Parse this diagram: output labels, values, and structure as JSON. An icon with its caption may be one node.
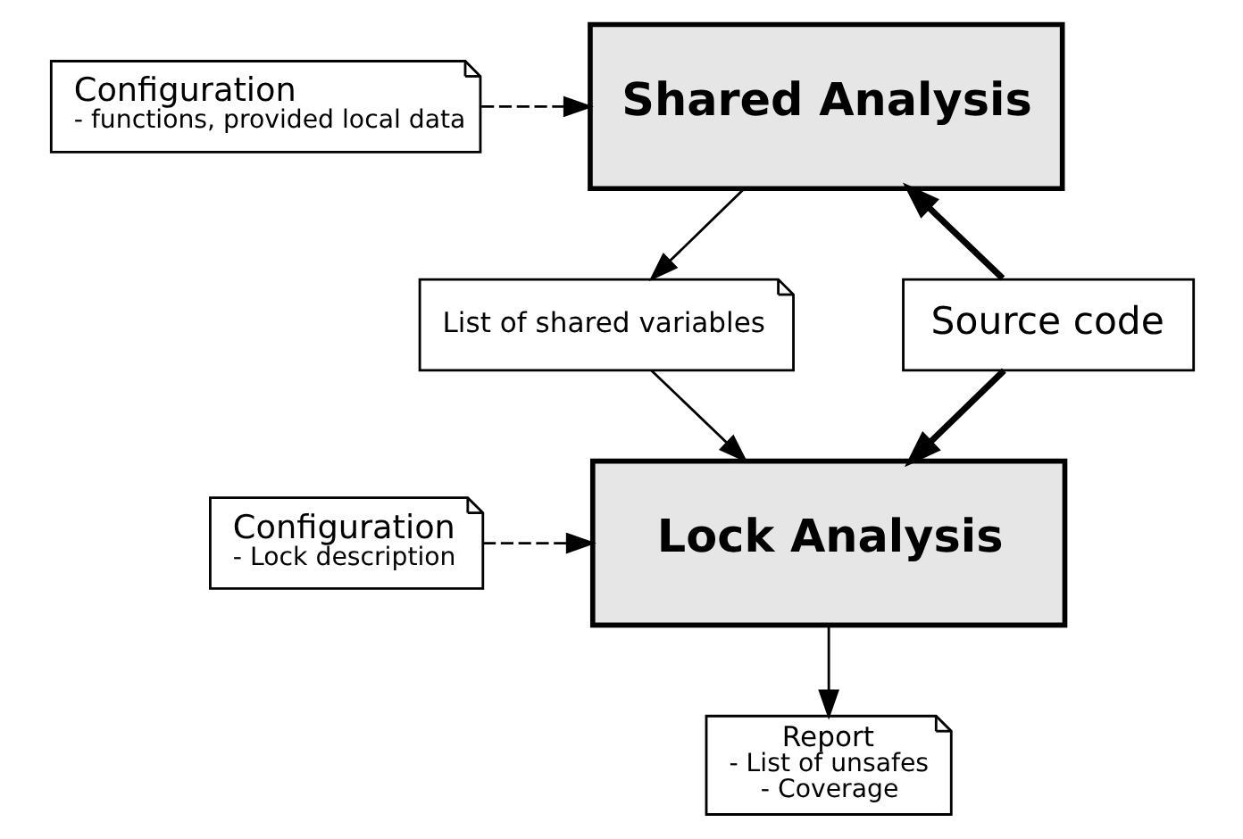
{
  "diagram": {
    "nodes": [
      {
        "text": [
          "Configuration",
          "- functions, provided local data"
        ]
      },
      {
        "text": [
          "Shared Analysis"
        ]
      },
      {
        "text": [
          "List of shared variables"
        ]
      },
      {
        "text": [
          "Source code"
        ]
      },
      {
        "text": [
          "Configuration",
          "- Lock description"
        ]
      },
      {
        "text": [
          "Lock Analysis"
        ]
      },
      {
        "text": [
          "Report",
          "- List of unsafes",
          "- Coverage"
        ]
      }
    ],
    "edges": [
      {
        "from": 0,
        "to": 1,
        "arrow": "to",
        "style": "dashed"
      },
      {
        "from": 1,
        "to": 2,
        "arrow": "to"
      },
      {
        "from": 3,
        "to": 1,
        "arrow": "to",
        "style": "thick"
      },
      {
        "from": 2,
        "to": 5,
        "arrow": "to"
      },
      {
        "from": 3,
        "to": 5,
        "arrow": "to",
        "style": "thick"
      },
      {
        "from": 4,
        "to": 5,
        "arrow": "to",
        "style": "dashed"
      },
      {
        "from": 5,
        "to": 6,
        "arrow": "to"
      }
    ]
  }
}
